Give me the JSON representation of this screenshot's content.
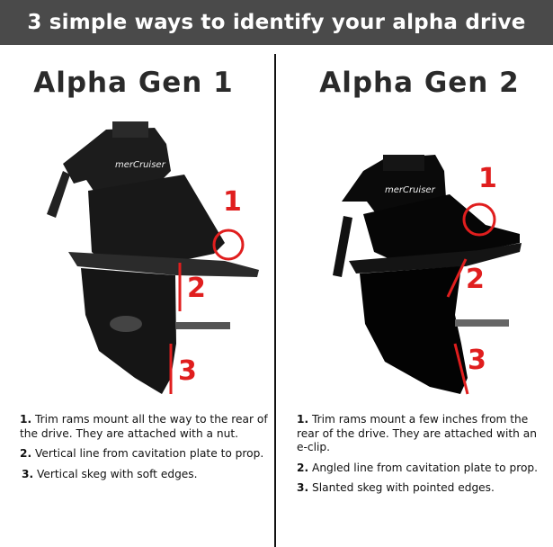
{
  "banner": {
    "title": "3 simple ways to identify your alpha drive"
  },
  "left": {
    "title": "Alpha Gen 1",
    "brand": "merCruiser",
    "markers": [
      "1",
      "2",
      "3"
    ],
    "notes": [
      {
        "num": "1.",
        "text": "Trim rams mount all the way to the rear of the drive. They are attached with a nut."
      },
      {
        "num": "2.",
        "text": "Vertical line from cavitation plate to prop."
      },
      {
        "num": "3.",
        "text": "Vertical skeg with soft edges."
      }
    ]
  },
  "right": {
    "title": "Alpha Gen 2",
    "brand": "merCruiser",
    "markers": [
      "1",
      "2",
      "3"
    ],
    "notes": [
      {
        "num": "1.",
        "text": "Trim rams mount a few inches from the rear of the drive. They are attached with an e-clip."
      },
      {
        "num": "2.",
        "text": "Angled line from cavitation plate to prop."
      },
      {
        "num": "3.",
        "text": "Slanted skeg with pointed edges."
      }
    ]
  },
  "colors": {
    "banner": "#4a4a4a",
    "marker": "#e01e1e",
    "drive_gen1": "#1c1c1c",
    "drive_gen2": "#050505"
  }
}
